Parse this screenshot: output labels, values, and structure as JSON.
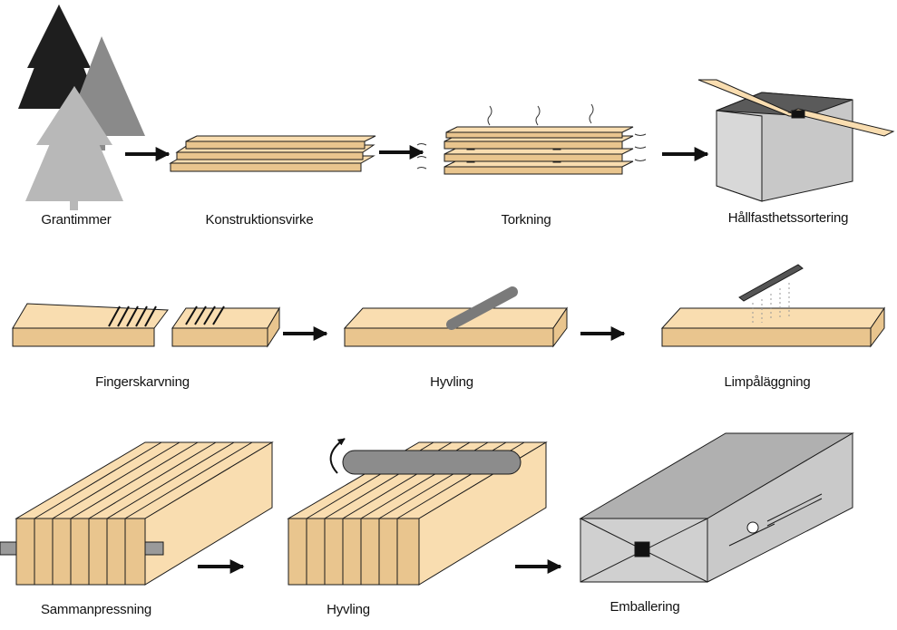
{
  "steps": [
    {
      "id": "grantimmer",
      "label": "Grantimmer"
    },
    {
      "id": "konstruktionsvirke",
      "label": "Konstruktionsvirke"
    },
    {
      "id": "torkning",
      "label": "Torkning"
    },
    {
      "id": "hallfasthetssortering",
      "label": "Hållfasthetssortering"
    },
    {
      "id": "fingerskarvning",
      "label": "Fingerskarvning"
    },
    {
      "id": "hyvling-1",
      "label": "Hyvling"
    },
    {
      "id": "limpalaggning",
      "label": "Limpåläggning"
    },
    {
      "id": "sammanpressning",
      "label": "Sammanpressning"
    },
    {
      "id": "hyvling-2",
      "label": "Hyvling"
    },
    {
      "id": "emballering",
      "label": "Emballering"
    }
  ],
  "colors": {
    "wood": "#F9DDB0",
    "wood_dark": "#E9C58E",
    "outline": "#1a1a1a",
    "tree_black": "#1e1e1e",
    "tree_dark_gray": "#8a8a8a",
    "tree_light_gray": "#b8b8b8",
    "machine_gray": "#c8c8c8",
    "roller_gray": "#8c8c8c",
    "package_gray": "#c9c9c9"
  }
}
